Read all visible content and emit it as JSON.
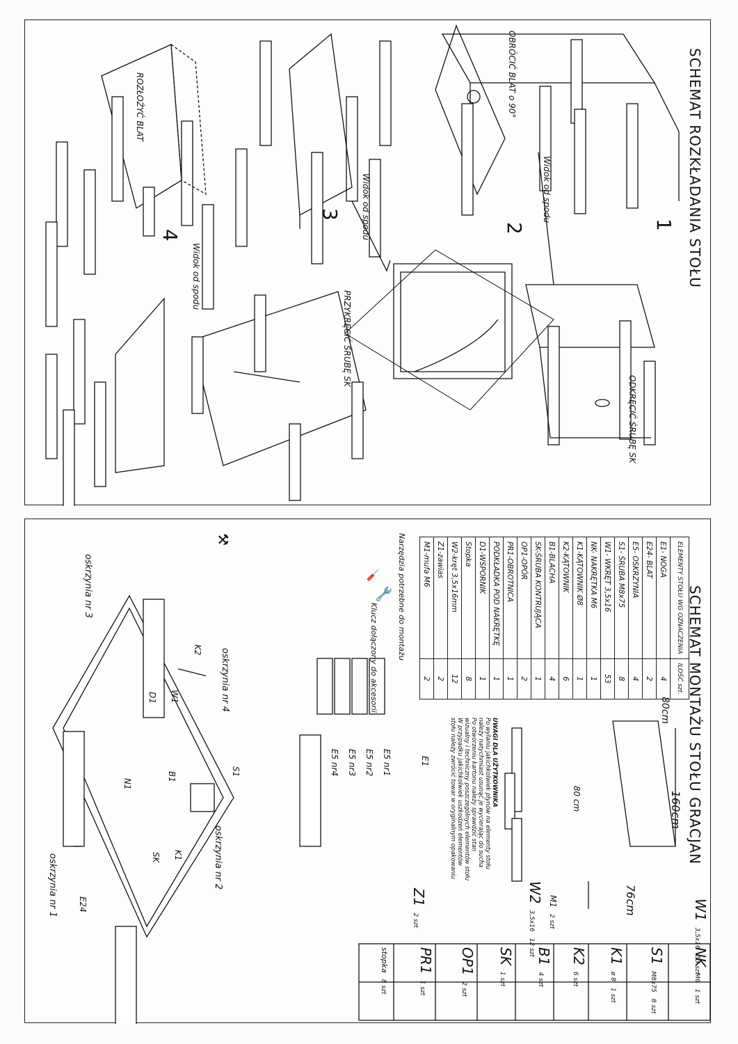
{
  "top_panel": {
    "title": "SCHEMAT ROZKŁADANIA STOŁU",
    "steps": [
      {
        "number": "1",
        "labels": [
          "Widok od spodu",
          "ODKRĘCIĆ ŚRUBĘ SK"
        ]
      },
      {
        "number": "2",
        "labels": [
          "OBRÓCIĆ BLAT o 90°",
          "Widok od spodu"
        ]
      },
      {
        "number": "3",
        "labels": [
          "Widok od spodu",
          "PRZYKRĘCIĆ ŚRUBĘ SK"
        ]
      },
      {
        "number": "4",
        "labels": [
          "ROZŁOŻYĆ BLAT"
        ]
      }
    ]
  },
  "bottom_panel": {
    "title": "SCHEMAT MONTAŻU STOŁU GRACJAN",
    "dimensions": {
      "width": "80cm",
      "depth": "80 cm",
      "length": "160cm",
      "height": "76cm"
    },
    "table_header": {
      "name": "ELEMENTY STOŁU WG OZNACZENIA",
      "qty": "ILOŚĆ szt."
    },
    "parts": [
      {
        "name": "E1- NOGA",
        "qty": "4"
      },
      {
        "name": "E24- BLAT",
        "qty": "2"
      },
      {
        "name": "E5- OSKRZYNIA",
        "qty": "4"
      },
      {
        "name": "S1- ŚRUBA M8x75",
        "qty": "8"
      },
      {
        "name": "W1- WKRĘT 3,5x16",
        "qty": "53"
      },
      {
        "name": "NK- NAKRĘTKA M6",
        "qty": "1"
      },
      {
        "name": "K1-KĄTOWNIK Ø8",
        "qty": "1"
      },
      {
        "name": "K2-KĄTOWNIK",
        "qty": "6"
      },
      {
        "name": "B1-BLACHA",
        "qty": "4"
      },
      {
        "name": "SK-ŚRUBA KONTRUJĄCA",
        "qty": "1"
      },
      {
        "name": "OP1-OPÓR",
        "qty": "2"
      },
      {
        "name": "PR1-OBROTNICA",
        "qty": "1"
      },
      {
        "name": "PODKŁADKA POD NAKRĘTKĘ",
        "qty": "1"
      },
      {
        "name": "D1-WSPORNIK",
        "qty": "1"
      },
      {
        "name": "Stopka",
        "qty": "8"
      },
      {
        "name": "W2-kręt 3,5x16mm",
        "qty": "12"
      },
      {
        "name": "Z1-zawias",
        "qty": "2"
      },
      {
        "name": "M1-mufa M6",
        "qty": "2"
      }
    ],
    "tools_note": "Narzędzia potrzebne do montażu",
    "key_note": "Klucz dołączony do akcesorii",
    "rails": [
      "E5 nr1",
      "E5 nr2",
      "E5 nr3",
      "E5 nr4"
    ],
    "user_note": {
      "heading": "UWAGI DLA UŻYTKOWNIKA",
      "lines": [
        "Po wylaniu jakichkolwiek płynów na elementy stołu",
        "należy natychmiast usunąć je wycierając do sucha",
        "Po otworzeniu kartonu należy sprawdzić stan",
        "wizualny i techniczny poszczególnych elementów stołu",
        "W przypadku jakichkolwiek uszkodzeń elementów",
        "stołu należy zwrócić towar w oryginalnym opakowaniu"
      ]
    },
    "assembly_labels": {
      "oskrzynia3": "oskrzynia nr 3",
      "oskrzynia4": "oskrzynia nr 4",
      "oskrzynia2": "oskrzynia nr 2",
      "oskrzynia1": "oskrzynia nr 1",
      "K2": "K2",
      "W1": "W1",
      "D1": "D1",
      "E1": "E1",
      "S1": "S1",
      "B1": "B1",
      "N1": "N1",
      "K1": "K1",
      "SK": "SK",
      "E24": "E24"
    },
    "legend": [
      {
        "code": "NK",
        "spec": "M6",
        "qty": "1 szt"
      },
      {
        "code": "W1",
        "spec": "3,5x16",
        "qty": "53 szt"
      },
      {
        "code": "S1",
        "spec": "M8x75",
        "qty": "8 szt"
      },
      {
        "code": "K1",
        "spec": "ø 8",
        "qty": "1 szt"
      },
      {
        "code": "M1",
        "spec": "",
        "qty": "2 szt"
      },
      {
        "code": "K2",
        "spec": "",
        "qty": "6 szt"
      },
      {
        "code": "W2",
        "spec": "3,5x16",
        "qty": "12 szt"
      },
      {
        "code": "B1",
        "spec": "",
        "qty": "4 szt"
      },
      {
        "code": "SK",
        "spec": "",
        "qty": "1 szt"
      },
      {
        "code": "OP1",
        "spec": "",
        "qty": "2 szt"
      },
      {
        "code": "Z1",
        "spec": "",
        "qty": "2 szt"
      },
      {
        "code": "PR1",
        "spec": "",
        "qty": "1 szt"
      },
      {
        "code": "stopka",
        "spec": "",
        "qty": "8 szt"
      }
    ]
  }
}
